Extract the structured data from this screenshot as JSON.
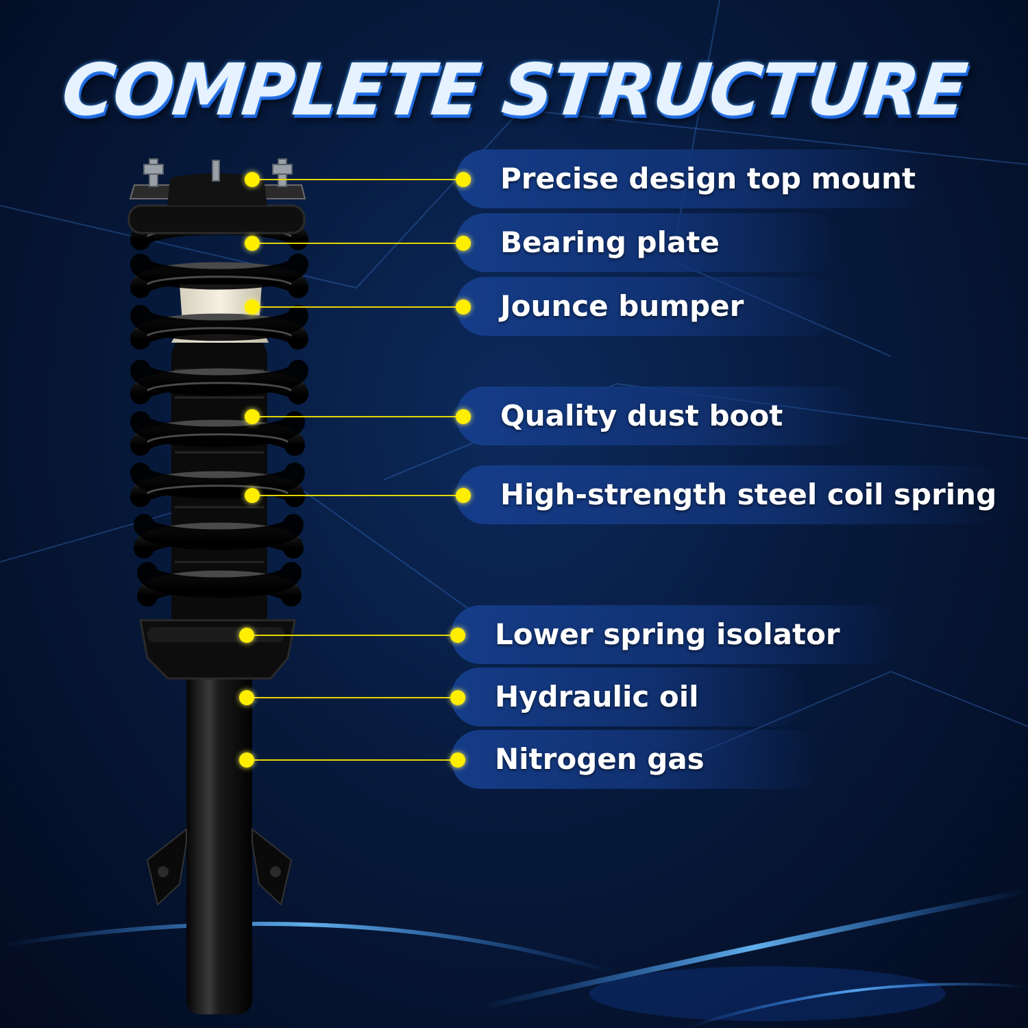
{
  "title": "COMPLETE STRUCTURE",
  "colors": {
    "accent": "#ffee00",
    "pill": "#163e8c",
    "background": "#071a3d"
  },
  "callouts": [
    {
      "label": "Precise design top mount"
    },
    {
      "label": "Bearing plate"
    },
    {
      "label": "Jounce bumper"
    },
    {
      "label": "Quality dust boot"
    },
    {
      "label": "High-strength steel coil spring"
    },
    {
      "label": "Lower spring isolator"
    },
    {
      "label": "Hydraulic oil"
    },
    {
      "label": "Nitrogen gas"
    }
  ]
}
